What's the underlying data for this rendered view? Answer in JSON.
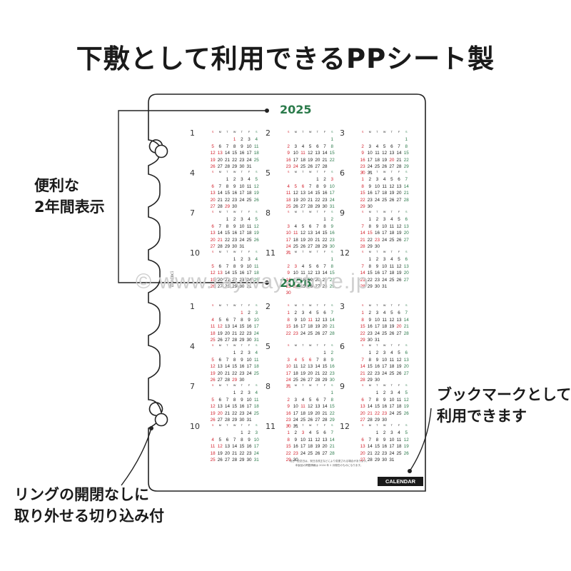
{
  "headline": "下敷として利用できるPPシート製",
  "callouts": {
    "years": [
      "便利な",
      "2年間表示"
    ],
    "bookmark": [
      "ブックマークとしても",
      "利用できます"
    ],
    "ring": [
      "リングの開閉なしに",
      "取り外せる切り込み付"
    ]
  },
  "sheet": {
    "brand": "Davinci",
    "watermark": "© www.rayway-store.jp",
    "tab_label": "CALENDAR",
    "note_lines": [
      "祝日・記念日は、祝日法改正などにより変更される場合があります。",
      "本製品の掲載情報は 2024 年 2 月現在のものになります。"
    ],
    "weekday_header": [
      "S",
      "M",
      "T",
      "W",
      "T",
      "F",
      "S"
    ],
    "years": [
      {
        "year": "2025",
        "months": [
          {
            "num": "1",
            "start": 3,
            "days": 31,
            "holidays": [
              1,
              13
            ]
          },
          {
            "num": "2",
            "start": 6,
            "days": 28,
            "holidays": [
              11,
              23,
              24
            ]
          },
          {
            "num": "3",
            "start": 6,
            "days": 31,
            "holidays": [
              20
            ]
          },
          {
            "num": "4",
            "start": 2,
            "days": 30,
            "holidays": [
              29
            ]
          },
          {
            "num": "5",
            "start": 4,
            "days": 31,
            "holidays": [
              3,
              4,
              5,
              6
            ]
          },
          {
            "num": "6",
            "start": 0,
            "days": 30,
            "holidays": []
          },
          {
            "num": "7",
            "start": 2,
            "days": 31,
            "holidays": [
              21
            ]
          },
          {
            "num": "8",
            "start": 5,
            "days": 31,
            "holidays": [
              11
            ]
          },
          {
            "num": "9",
            "start": 1,
            "days": 30,
            "holidays": [
              15,
              23
            ]
          },
          {
            "num": "10",
            "start": 3,
            "days": 31,
            "holidays": [
              13
            ]
          },
          {
            "num": "11",
            "start": 6,
            "days": 30,
            "holidays": [
              3,
              23,
              24
            ]
          },
          {
            "num": "12",
            "start": 1,
            "days": 31,
            "holidays": []
          }
        ]
      },
      {
        "year": "2026",
        "months": [
          {
            "num": "1",
            "start": 4,
            "days": 31,
            "holidays": [
              1,
              12
            ]
          },
          {
            "num": "2",
            "start": 0,
            "days": 28,
            "holidays": [
              11,
              23
            ]
          },
          {
            "num": "3",
            "start": 0,
            "days": 31,
            "holidays": [
              20
            ]
          },
          {
            "num": "4",
            "start": 3,
            "days": 30,
            "holidays": [
              29
            ]
          },
          {
            "num": "5",
            "start": 5,
            "days": 31,
            "holidays": [
              3,
              4,
              5,
              6
            ]
          },
          {
            "num": "6",
            "start": 1,
            "days": 30,
            "holidays": []
          },
          {
            "num": "7",
            "start": 3,
            "days": 31,
            "holidays": [
              20
            ]
          },
          {
            "num": "8",
            "start": 6,
            "days": 31,
            "holidays": [
              11
            ]
          },
          {
            "num": "9",
            "start": 2,
            "days": 30,
            "holidays": [
              21,
              22,
              23
            ]
          },
          {
            "num": "10",
            "start": 4,
            "days": 31,
            "holidays": [
              12
            ]
          },
          {
            "num": "11",
            "start": 0,
            "days": 30,
            "holidays": [
              3,
              23
            ]
          },
          {
            "num": "12",
            "start": 2,
            "days": 31,
            "holidays": []
          }
        ]
      }
    ]
  }
}
